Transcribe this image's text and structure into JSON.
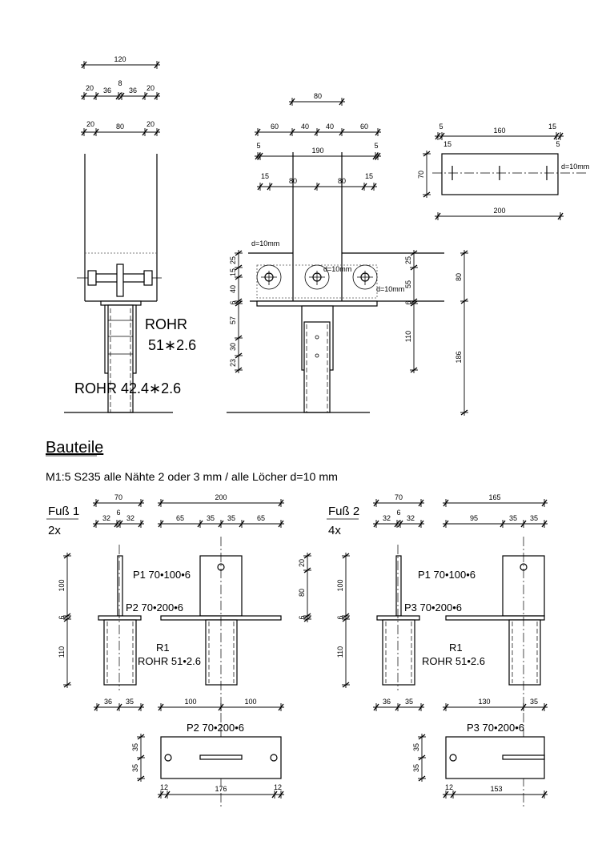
{
  "top_left": {
    "dims": [
      "120",
      "20",
      "36",
      "8",
      "36",
      "20",
      "20",
      "80",
      "20"
    ],
    "rohr_label": "ROHR",
    "rohr_size": "51∗2.6",
    "rohr_inner": "ROHR  42.4∗2.6"
  },
  "top_middle": {
    "dims_top": [
      "80",
      "60",
      "40",
      "40",
      "60",
      "5",
      "190",
      "5",
      "15",
      "80",
      "80",
      "15"
    ],
    "dims_left": [
      "25",
      "15",
      "40",
      "6",
      "57",
      "30",
      "23"
    ],
    "dims_right": [
      "25",
      "55",
      "6",
      "110"
    ],
    "dims_far": [
      "80",
      "186"
    ],
    "hole_labels": [
      "d=10mm",
      "d=10mm",
      "d=10mm"
    ]
  },
  "top_right": {
    "dims": [
      "5",
      "160",
      "15",
      "15",
      "5",
      "70",
      "200"
    ],
    "hole_label": "d=10mm"
  },
  "parts": {
    "heading": "Bauteile",
    "note": "M1:5   S235 alle Nähte 2 oder 3 mm / alle Löcher d=10 mm"
  },
  "fuss1": {
    "title": "Fuß 1",
    "qty": "2x",
    "dims_top": [
      "70",
      "32",
      "6",
      "32",
      "200",
      "65",
      "35",
      "35",
      "65"
    ],
    "dims_left": [
      "100",
      "6",
      "110"
    ],
    "dims_bottom": [
      "36",
      "35",
      "100",
      "100"
    ],
    "dims_plan": [
      "35",
      "35",
      "12",
      "176",
      "12"
    ],
    "p1": "P1 70•100•6",
    "p2": "P2 70•200•6",
    "r1": "R1",
    "rohr": "ROHR 51•2.6",
    "plan_label": "P2 70•200•6"
  },
  "fuss2": {
    "title": "Fuß 2",
    "qty": "4x",
    "dims_top": [
      "70",
      "32",
      "6",
      "32",
      "165",
      "95",
      "35",
      "35"
    ],
    "dims_left": [
      "100",
      "6",
      "110"
    ],
    "dims_mid": [
      "20",
      "80",
      "6"
    ],
    "dims_bottom": [
      "36",
      "35",
      "130",
      "35"
    ],
    "dims_plan": [
      "35",
      "35",
      "12",
      "153"
    ],
    "p1": "P1 70•100•6",
    "p3": "P3 70•200•6",
    "r1": "R1",
    "rohr": "ROHR 51•2.6",
    "plan_label": "P3 70•200•6"
  }
}
